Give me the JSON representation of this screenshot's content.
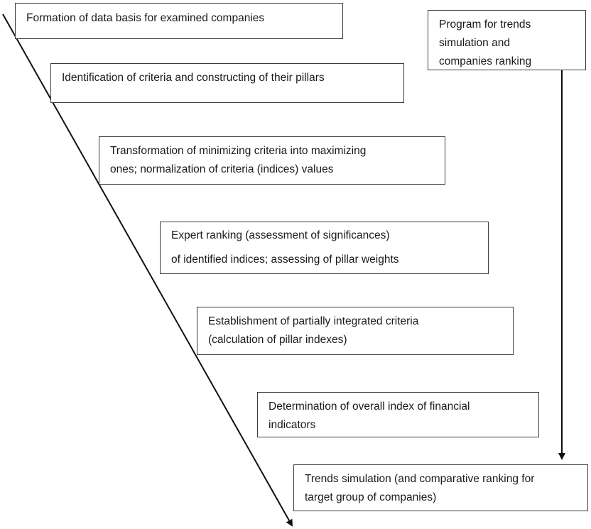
{
  "steps": [
    {
      "lines": [
        "Formation of data basis for examined companies"
      ]
    },
    {
      "lines": [
        "Identification of criteria and constructing of their pillars"
      ]
    },
    {
      "lines": [
        "Transformation of minimizing criteria into maximizing",
        "ones; normalization of criteria (indices) values"
      ]
    },
    {
      "lines": [
        "Expert ranking (assessment of significances)",
        "of identified indices; assessing of pillar weights"
      ]
    },
    {
      "lines": [
        "Establishment of partially integrated criteria",
        "(calculation of pillar indexes)"
      ]
    },
    {
      "lines": [
        "Determination of overall index of financial",
        "indicators"
      ]
    },
    {
      "lines": [
        "Trends simulation (and comparative ranking for",
        "target group of companies)"
      ]
    }
  ],
  "program": {
    "lines": [
      "Program for trends",
      "simulation and",
      "companies ranking"
    ]
  },
  "colors": {
    "border": "#3a3a3a",
    "line": "#111111",
    "text": "#1a1a1a"
  }
}
